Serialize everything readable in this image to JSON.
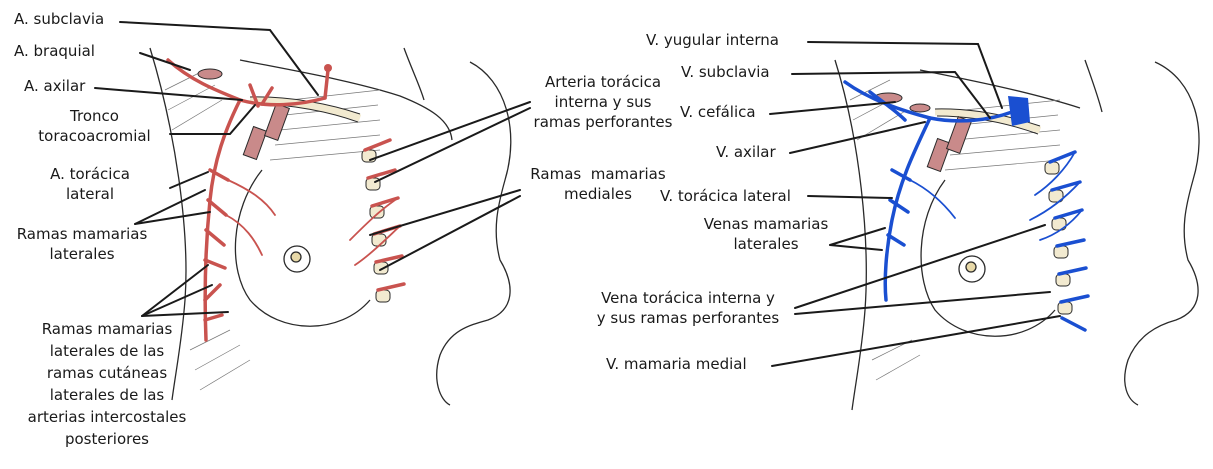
{
  "colors": {
    "artery": "#c9534f",
    "artery_light": "#e59a9a",
    "vein": "#1a4fd1",
    "vein_dark": "#1030a0",
    "outline": "#2a2a2a",
    "muscle": "#c98a8a",
    "cartilage": "#f2ead0",
    "ink": "#1a1a1a"
  },
  "left_panel": {
    "labels": {
      "subclavia": "A. subclavia",
      "braquial": "A. braquial",
      "axilar": "A. axilar",
      "tronco": [
        "Tronco",
        "toracoacromial"
      ],
      "toracica_lateral": [
        "A. torácica",
        "lateral"
      ],
      "ramas_laterales": [
        "Ramas mamarias",
        "laterales"
      ],
      "ramas_cutaneas": [
        "Ramas mamarias",
        "laterales de las",
        "ramas cutáneas",
        "laterales de las",
        "arterias intercostales",
        "posteriores"
      ],
      "toracica_interna": [
        "Arteria torácica",
        "interna y sus",
        "ramas perforantes"
      ],
      "ramas_mediales": [
        "Ramas  mamarias",
        "mediales"
      ]
    }
  },
  "right_panel": {
    "labels": {
      "yugular": "V. yugular interna",
      "subclavia": "V. subclavia",
      "cefalica": "V. cefálica",
      "axilar": "V. axilar",
      "toracica_lateral": "V. torácica lateral",
      "venas_laterales": [
        "Venas mamarias",
        "laterales"
      ],
      "vena_toracica_interna": [
        "Vena torácica interna y",
        "y sus ramas perforantes"
      ],
      "mamaria_medial": "V. mamaria medial"
    }
  }
}
